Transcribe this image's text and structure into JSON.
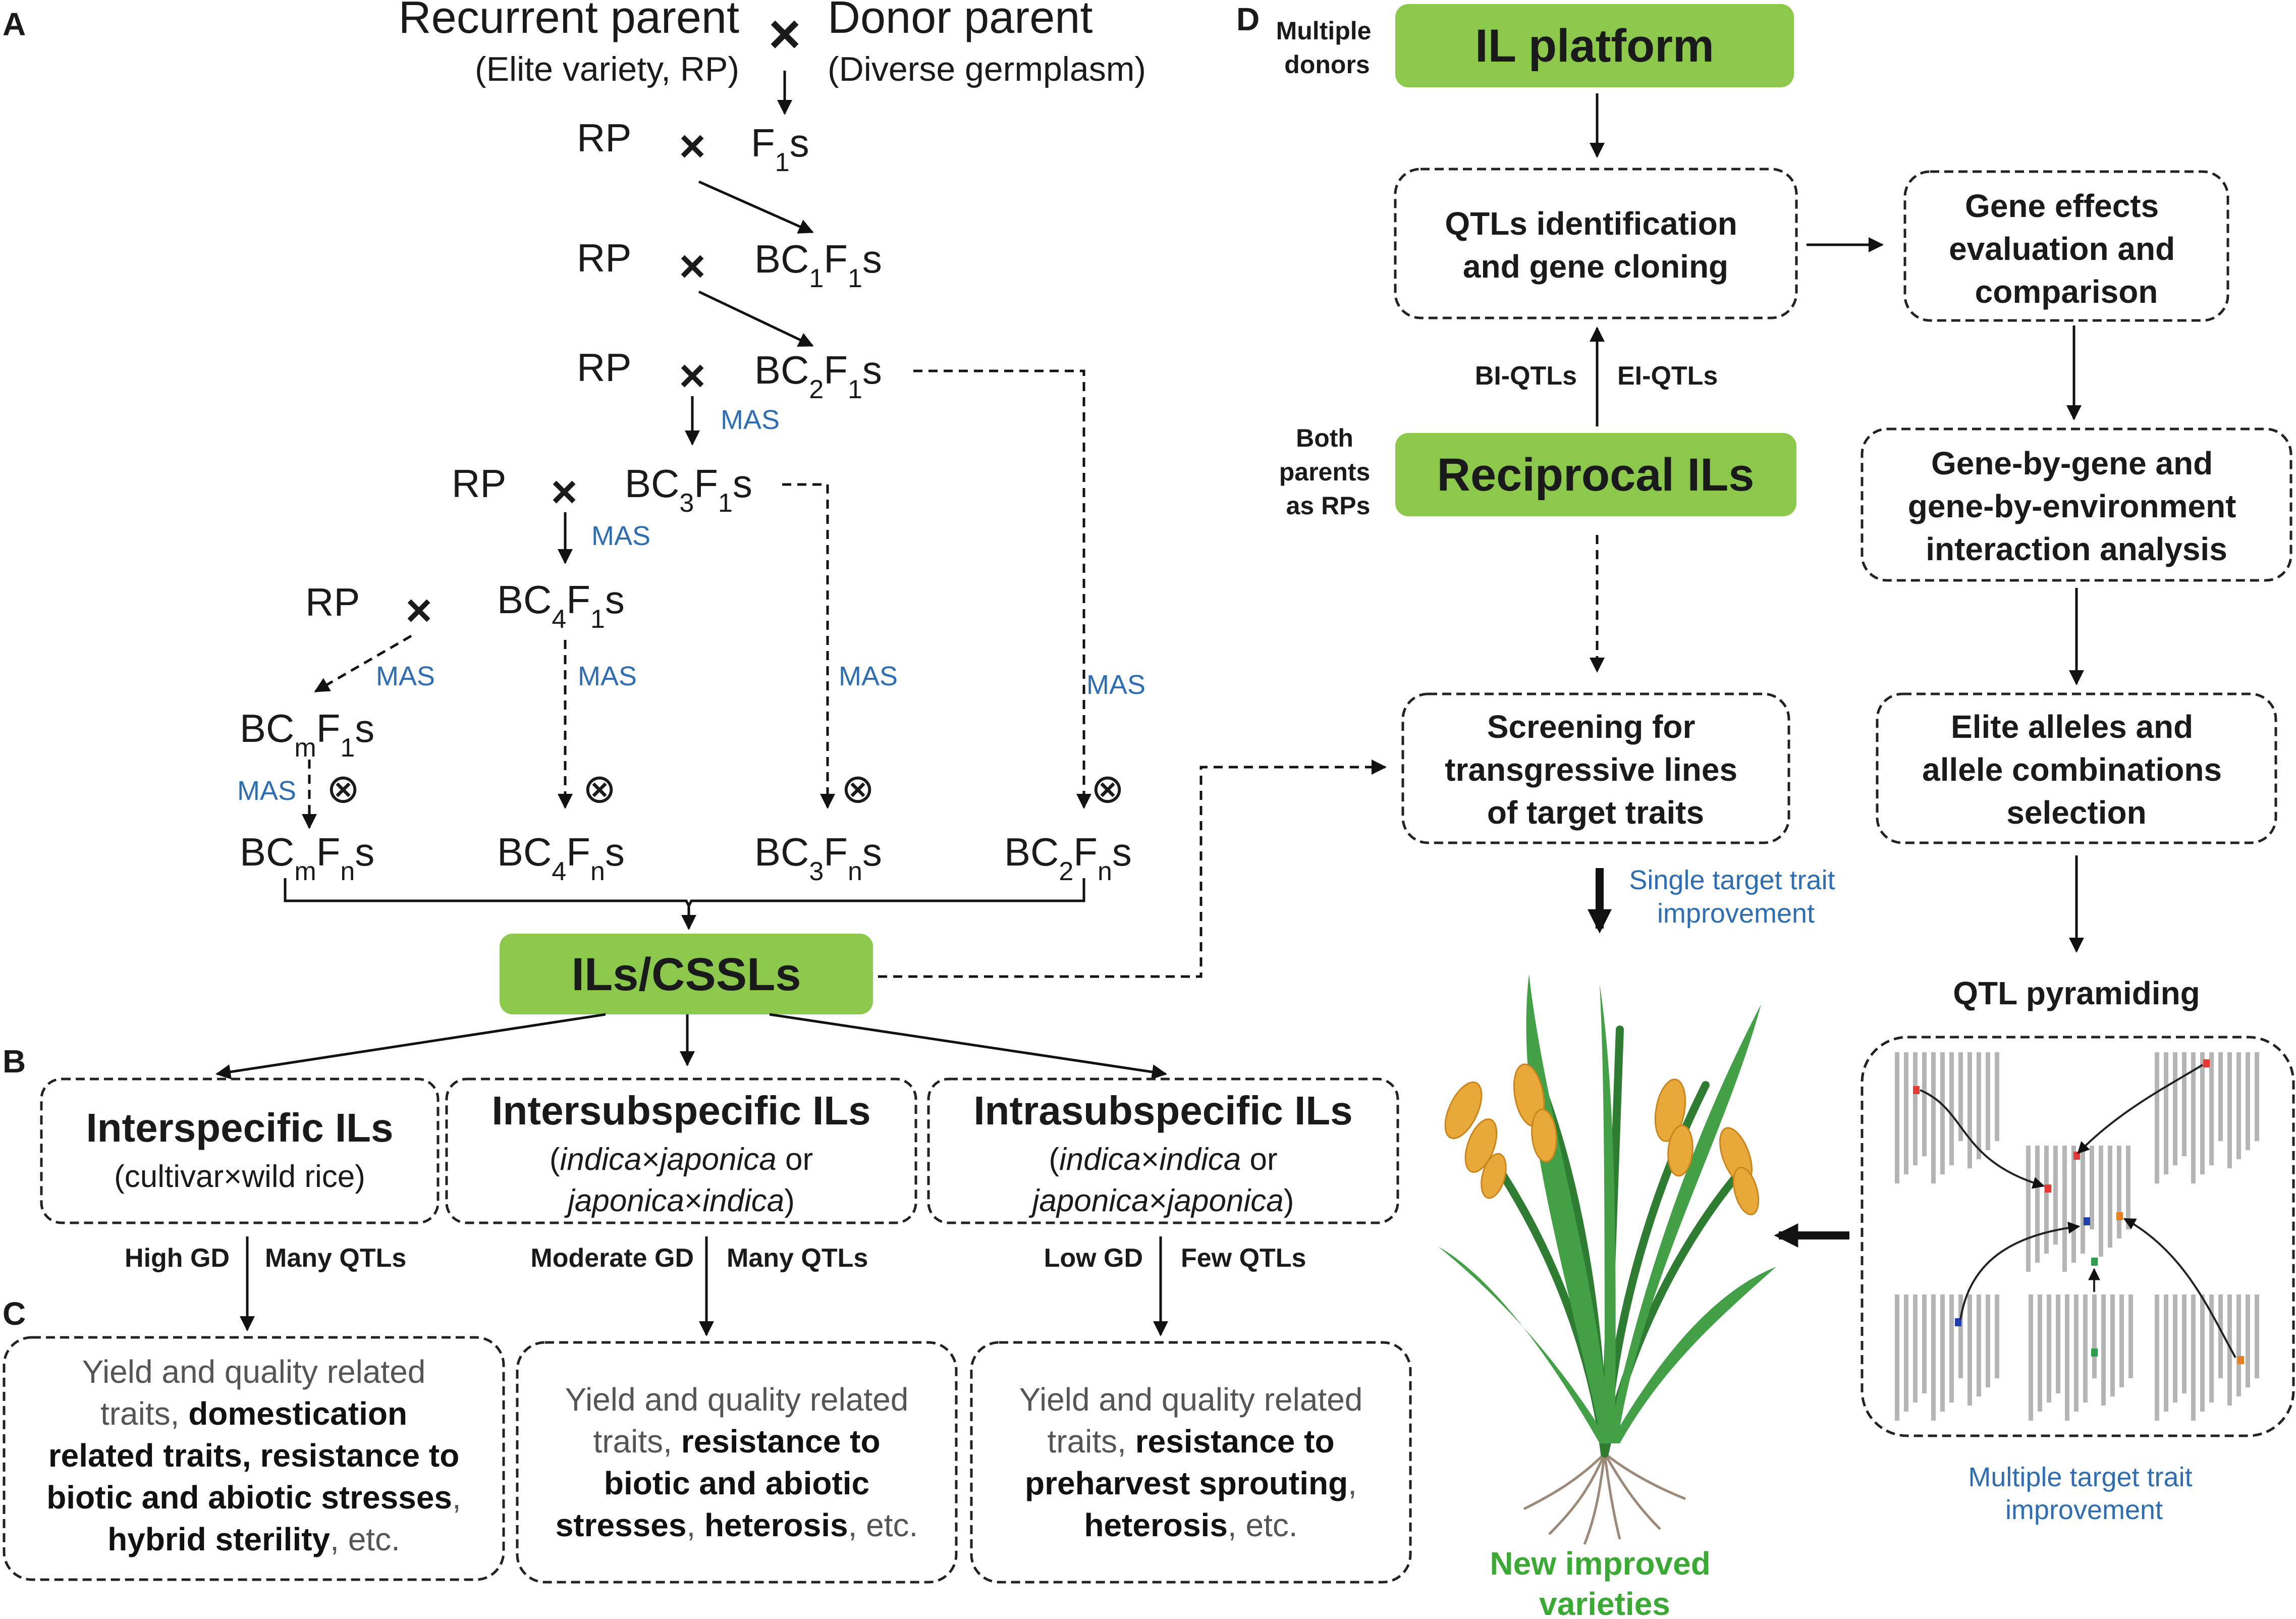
{
  "panels": {
    "a": "A",
    "b": "B",
    "c": "C",
    "d": "D"
  },
  "scheme": {
    "rp_title": "Recurrent parent",
    "rp_sub": "(Elite variety, RP)",
    "donor_title": "Donor parent",
    "donor_sub": "(Diverse germplasm)",
    "rp": "RP",
    "cross": "×",
    "selfing": "⊗",
    "mas": "MAS",
    "gen_f1": [
      "F",
      "1",
      "s"
    ],
    "gen_bc1": [
      "BC",
      "1",
      "F",
      "1",
      "s"
    ],
    "gen_bc2": [
      "BC",
      "2",
      "F",
      "1",
      "s"
    ],
    "gen_bc3": [
      "BC",
      "3",
      "F",
      "1",
      "s"
    ],
    "gen_bc4": [
      "BC",
      "4",
      "F",
      "1",
      "s"
    ],
    "gen_bcm": [
      "BC",
      "m",
      "F",
      "1",
      "s"
    ],
    "gen_bcmn": [
      "BC",
      "m",
      "F",
      "n",
      "s"
    ],
    "gen_bc4n": [
      "BC",
      "4",
      "F",
      "n",
      "s"
    ],
    "gen_bc3n": [
      "BC",
      "3",
      "F",
      "n",
      "s"
    ],
    "gen_bc2n": [
      "BC",
      "2",
      "F",
      "n",
      "s"
    ],
    "il_box": "ILs/CSSLs"
  },
  "types": [
    {
      "title": "Interspecific ILs",
      "sub": "(cultivar×wild rice)",
      "gd": "High GD",
      "qtl": "Many QTLs"
    },
    {
      "title": "Intersubspecific ILs",
      "sub1": [
        "(",
        "indica",
        "×",
        "japonica",
        " or"
      ],
      "sub2": [
        "japonica",
        "×",
        "indica",
        ")"
      ],
      "gd": "Moderate GD",
      "qtl": "Many QTLs"
    },
    {
      "title": "Intrasubspecific ILs",
      "sub1": [
        "(",
        "indica",
        "×",
        "indica",
        " or"
      ],
      "sub2": [
        "japonica",
        "×",
        "japonica",
        ")"
      ],
      "gd": "Low GD",
      "qtl": "Few QTLs"
    }
  ],
  "traits": [
    {
      "lines": [
        [
          {
            "t": "Yield and quality related",
            "b": false
          }
        ],
        [
          {
            "t": "traits, ",
            "b": false
          },
          {
            "t": "domestication",
            "b": true
          }
        ],
        [
          {
            "t": "related traits, resistance to",
            "b": true
          }
        ],
        [
          {
            "t": "biotic and abiotic stresses",
            "b": true
          },
          {
            "t": ",",
            "b": false
          }
        ],
        [
          {
            "t": "hybrid sterility",
            "b": true
          },
          {
            "t": ", etc.",
            "b": false
          }
        ]
      ]
    },
    {
      "lines": [
        [
          {
            "t": "Yield and quality related",
            "b": false
          }
        ],
        [
          {
            "t": "traits,  ",
            "b": false
          },
          {
            "t": "resistance to",
            "b": true
          }
        ],
        [
          {
            "t": "biotic and abiotic",
            "b": true
          }
        ],
        [
          {
            "t": "stresses",
            "b": true
          },
          {
            "t": ", ",
            "b": false
          },
          {
            "t": "heterosis",
            "b": true
          },
          {
            "t": ", etc.",
            "b": false
          }
        ]
      ]
    },
    {
      "lines": [
        [
          {
            "t": "Yield and quality related",
            "b": false
          }
        ],
        [
          {
            "t": "traits, ",
            "b": false
          },
          {
            "t": "resistance to",
            "b": true
          }
        ],
        [
          {
            "t": "preharvest sprouting",
            "b": true
          },
          {
            "t": ",",
            "b": false
          }
        ],
        [
          {
            "t": "heterosis",
            "b": true
          },
          {
            "t": ", etc.",
            "b": false
          }
        ]
      ]
    }
  ],
  "platform": {
    "multiple_donors": [
      "Multiple",
      "donors"
    ],
    "il_platform": "IL platform",
    "qtl_id": [
      "QTLs identification",
      "and gene cloning"
    ],
    "gene_effects": [
      "Gene effects",
      "evaluation and",
      "comparison"
    ],
    "bi_qtls": "BI-QTLs",
    "ei_qtls": "EI-QTLs",
    "both_parents": [
      "Both",
      "parents",
      "as RPs"
    ],
    "reciprocal": "Reciprocal ILs",
    "gxg": [
      "Gene-by-gene and",
      "gene-by-environment",
      "interaction analysis"
    ],
    "screening": [
      "Screening for",
      "transgressive lines",
      "of target traits"
    ],
    "elite": [
      "Elite alleles and",
      "allele combinations",
      "selection"
    ],
    "single": [
      "Single target trait",
      "improvement"
    ],
    "pyramiding": "QTL pyramiding",
    "multiple": [
      "Multiple target trait",
      "improvement"
    ],
    "new_var": [
      "New improved",
      "varieties"
    ]
  },
  "colors": {
    "green_box": "#8cc84b",
    "mas_blue": "#2f6db3",
    "variety_green": "#3aaa35"
  }
}
